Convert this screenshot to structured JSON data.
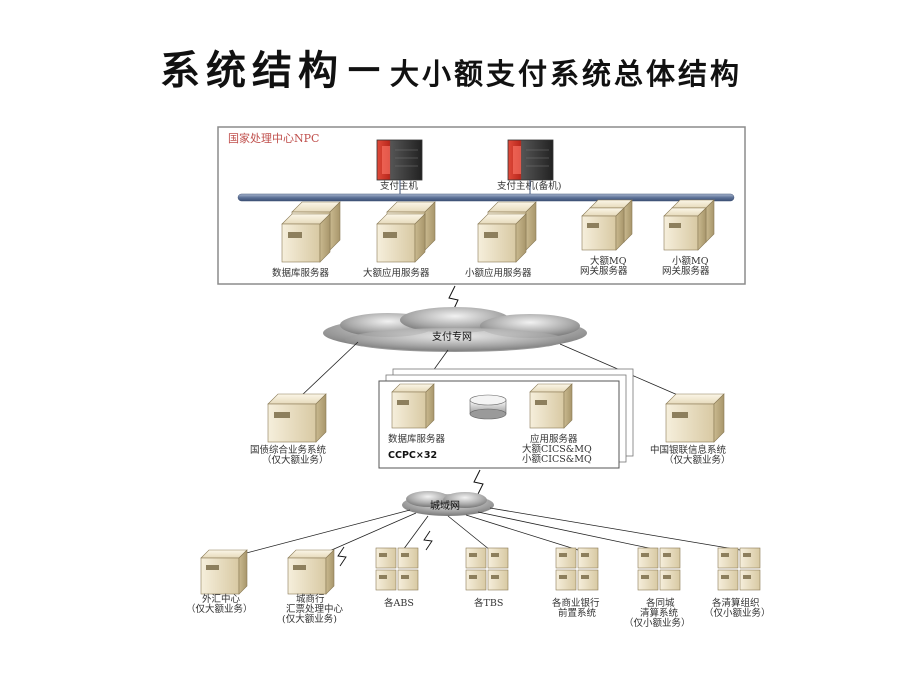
{
  "title": {
    "main": "系统结构－",
    "sub": "大小额支付系统总体结构"
  },
  "npc": {
    "label": "国家处理中心NPC",
    "hosts": [
      {
        "label": "支付主机"
      },
      {
        "label": "支付主机(备机)"
      }
    ],
    "servers": [
      {
        "line1": "数据库服务器",
        "line2": ""
      },
      {
        "line1": "大额应用服务器",
        "line2": ""
      },
      {
        "line1": "小额应用服务器",
        "line2": ""
      },
      {
        "line1": "大额MQ",
        "line2": "网关服务器"
      },
      {
        "line1": "小额MQ",
        "line2": "网关服务器"
      }
    ]
  },
  "networks": {
    "payment": "支付专网",
    "city": "城域网"
  },
  "ccpc": {
    "label": "CCPC×32",
    "db_server": "数据库服务器",
    "app_server": "应用服务器",
    "app_line2": "大额CICS&MQ",
    "app_line3": "小额CICS&MQ"
  },
  "side_systems": {
    "left": {
      "line1": "国债综合业务系统",
      "line2": "（仅大额业务）"
    },
    "right": {
      "line1": "中国银联信息系统",
      "line2": "（仅大额业务）"
    }
  },
  "bottom_nodes": [
    {
      "line1": "外汇中心",
      "line2": "（仅大额业务）",
      "line3": ""
    },
    {
      "line1": "城商行",
      "line2": "汇票处理中心",
      "line3": "(仅大额业务)"
    },
    {
      "line1": "各ABS",
      "line2": "",
      "line3": ""
    },
    {
      "line1": "各TBS",
      "line2": "",
      "line3": ""
    },
    {
      "line1": "各商业银行",
      "line2": "前置系统",
      "line3": ""
    },
    {
      "line1": "各同城",
      "line2": "清算系统",
      "line3": "（仅小额业务）"
    },
    {
      "line1": "各清算组织",
      "line2": "（仅小额业务）",
      "line3": ""
    }
  ],
  "colors": {
    "npc_border": "#8c8c8c",
    "npc_label": "#c0504d",
    "bus": "#7f93b4",
    "host_red": "#c0392b",
    "server": "#e8dcc0"
  }
}
